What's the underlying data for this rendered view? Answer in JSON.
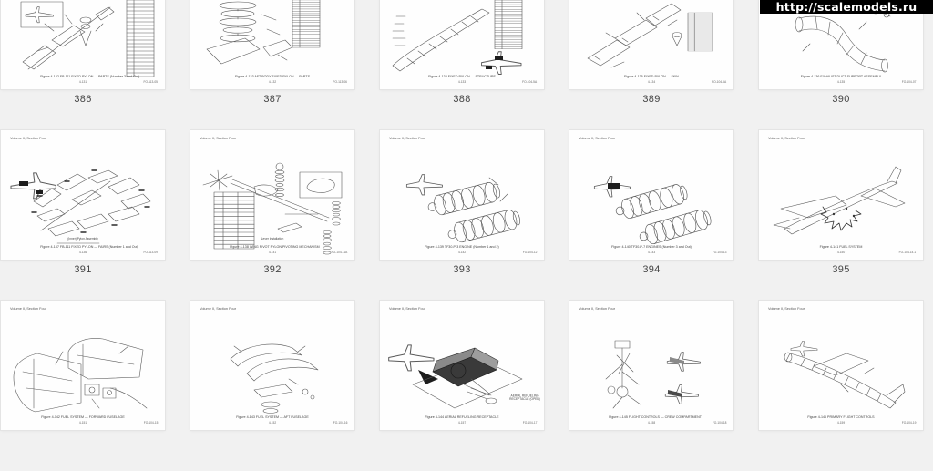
{
  "watermark": {
    "text": "http://scalemodels.ru",
    "bg": "#000000",
    "color": "#ffffff"
  },
  "background_color": "#f1f1f1",
  "grid": {
    "columns": 5,
    "rows": 3
  },
  "pages": [
    {
      "number": "386",
      "caption": "Figure 4-132   FB-111 FIXED PYLON — PARTS (Number 3 and Out)",
      "footer": "4-131",
      "code": "FO-113-05"
    },
    {
      "number": "387",
      "caption": "Figure 4-133   AFT BODY FIXED PYLON — PARTS",
      "footer": "4-132",
      "code": "FO-113-06"
    },
    {
      "number": "388",
      "caption": "Figure 4-134   FIXED PYLON — STRUCTURE",
      "footer": "4-133",
      "code": "FO-104-5A"
    },
    {
      "number": "389",
      "caption": "Figure 4-135   FIXED PYLON — SKIN",
      "footer": "4-134",
      "code": "FO-104-6A"
    },
    {
      "number": "390",
      "caption": "Figure 4-136   EXHAUST DUCT SUPPORT ASSEMBLY",
      "footer": "4-135",
      "code": "FO-104-07"
    },
    {
      "number": "391",
      "header": "Volume II, Section Four",
      "caption": "Figure 4-137   FB-111 FIXED PYLON — FAIRS (Number 1 and Out)",
      "sublabel": "(Inner) Pylon Assembly",
      "footer": "4-136",
      "code": "FO-113-09"
    },
    {
      "number": "392",
      "header": "Volume II, Section Four",
      "caption": "Figure 4-138   WING PIVOT PYLON PIVOTING MECHANISM",
      "sublabel": "Lever Installation",
      "footer": "4-141",
      "code": "FO-104-11A"
    },
    {
      "number": "393",
      "header": "Volume II, Section Four",
      "caption": "Figure 4-139   TF30-P-3 ENGINE (Number 1 and 2)",
      "footer": "4-142",
      "code": "FO-104-12"
    },
    {
      "number": "394",
      "header": "Volume II, Section Four",
      "caption": "Figure 4-140   TF30-P-7 ENGINES (Number 3 and Out)",
      "footer": "4-143",
      "code": "FO-104-13"
    },
    {
      "number": "395",
      "header": "Volume II, Section Four",
      "caption": "Figure 4-141   FUEL SYSTEM",
      "footer": "4-150",
      "code": "FO-104-14-1"
    },
    {
      "number": "",
      "header": "Volume II, Section Four",
      "caption": "Figure 4-142   FUEL SYSTEM — FORWARD FUSELAGE",
      "footer": "4-151",
      "code": "FO-104-15"
    },
    {
      "number": "",
      "header": "Volume II, Section Four",
      "caption": "Figure 4-143   FUEL SYSTEM — AFT FUSELAGE",
      "footer": "4-152",
      "code": "FO-104-16"
    },
    {
      "number": "",
      "header": "Volume II, Section Four",
      "caption": "Figure 4-144   AERIAL REFUELING RECEPTACLE",
      "sublabel": "AERIAL REFUELING RECEPTACLE (OPEN)",
      "footer": "4-157",
      "code": "FO-104-17"
    },
    {
      "number": "",
      "header": "Volume II, Section Four",
      "caption": "Figure 4-145   FLIGHT CONTROLS — CREW COMPARTMENT",
      "footer": "4-158",
      "code": "FO-104-18"
    },
    {
      "number": "",
      "header": "Volume II, Section Four",
      "caption": "Figure 4-146   PRIMARY FLIGHT CONTROLS",
      "footer": "4-159",
      "code": "FO-104-19"
    }
  ]
}
